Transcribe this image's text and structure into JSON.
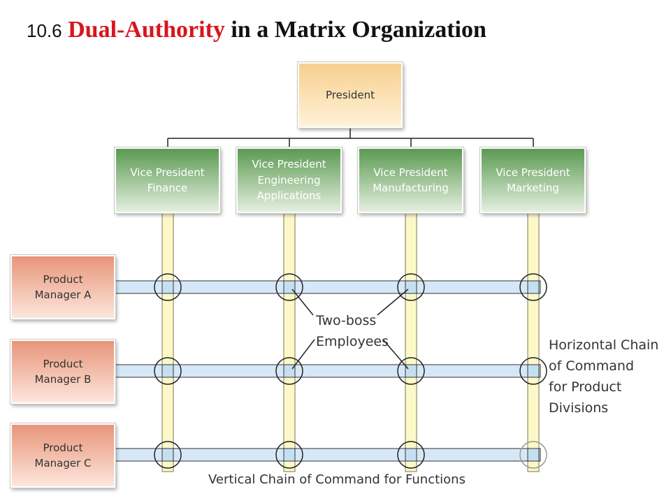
{
  "title": {
    "number": "10.6",
    "highlight": "Dual-Authority",
    "rest": "in a Matrix Organization",
    "highlight_color": "#d8151c"
  },
  "president": "President",
  "vice_presidents": [
    "Vice President\nFinance",
    "Vice President\nEngineering\nApplications",
    "Vice President\nManufacturing",
    "Vice President\nMarketing"
  ],
  "product_managers": [
    "Product\nManager A",
    "Product\nManager B",
    "Product\nManager C"
  ],
  "labels": {
    "two_boss": "Two-boss\nEmployees",
    "horizontal_chain": "Horizontal Chain\nof Command\nfor Product\nDivisions",
    "vertical_chain": "Vertical Chain of Command for Functions"
  },
  "colors": {
    "president_fill": "#f7cf8e",
    "vp_fill": "#5b9a52",
    "pm_fill": "#e8957a",
    "vertical_band": "#fdf8c8",
    "horizontal_band": "#d6e8f7"
  }
}
